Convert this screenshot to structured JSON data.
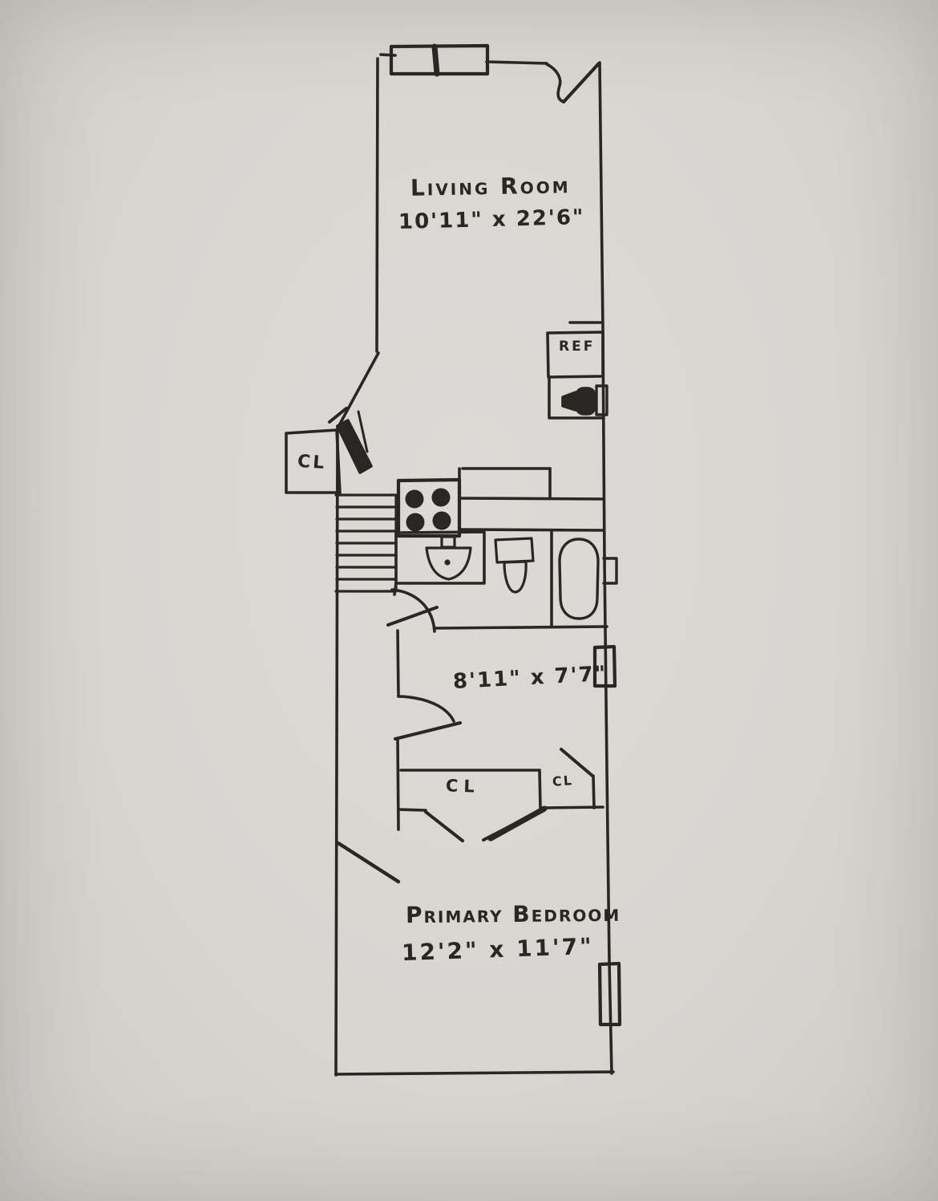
{
  "colors": {
    "paper": "#d8d6d1",
    "ink": "#2a2623"
  },
  "rooms": {
    "living": {
      "name": "Living Room",
      "dims": "10'11\" x 22'6\""
    },
    "middle": {
      "dims": "8'11\" x 7'7\""
    },
    "bedroom": {
      "name": "Primary Bedroom",
      "dims": "12'2\" x 11'7\""
    }
  },
  "labels": {
    "refrigerator": "REF",
    "closet_left": "CL",
    "closet_hall_large": "CL",
    "closet_hall_small": "CL"
  },
  "fixtures": {
    "stove_burners": 4,
    "icons": [
      "window",
      "entry-door",
      "refrigerator",
      "kitchen-sink",
      "stove",
      "stairs",
      "bathroom-sink",
      "toilet",
      "bathtub",
      "closet-door",
      "window",
      "window"
    ]
  }
}
